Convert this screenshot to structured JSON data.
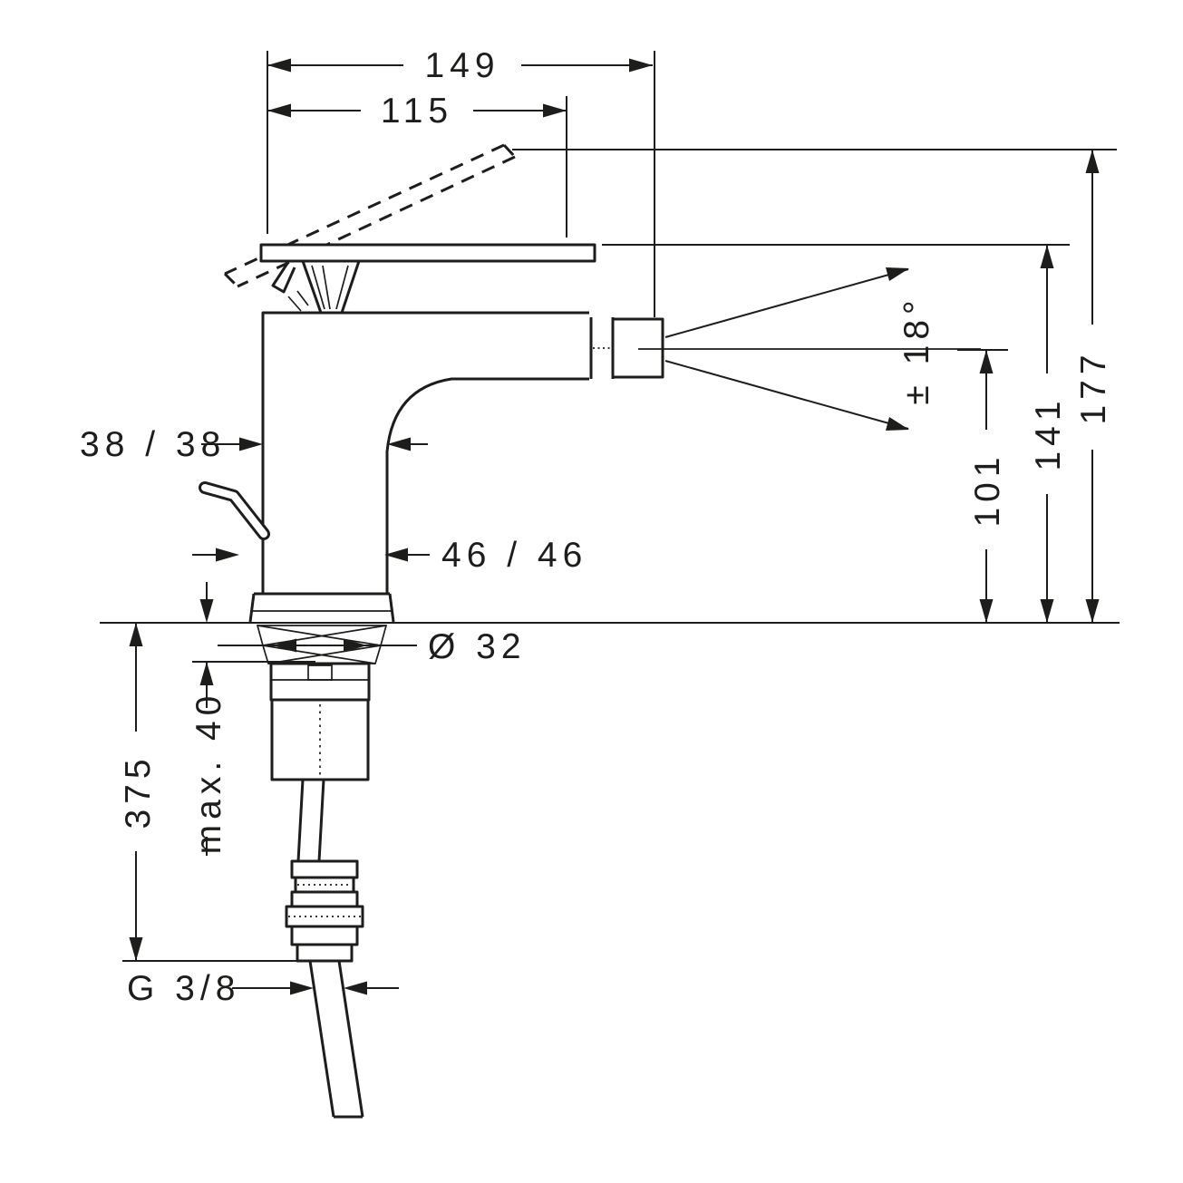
{
  "drawing": {
    "subject": "single-lever bidet mixer - dimensional technical drawing",
    "colors": {
      "line": "#1d1d1b",
      "background": "#ffffff"
    },
    "labels": {
      "total_depth": "149",
      "spout_reach": "115",
      "total_height": "177",
      "height_to_handle": "141",
      "height_to_aerator": "101",
      "spray_angle": "± 18°",
      "body_section": "38 / 38",
      "base_section": "46 / 46",
      "hole_diameter": "Ø 32",
      "max_mounting_thickness": "max. 40",
      "hose_length": "375",
      "connection_thread": "G 3/8"
    }
  }
}
